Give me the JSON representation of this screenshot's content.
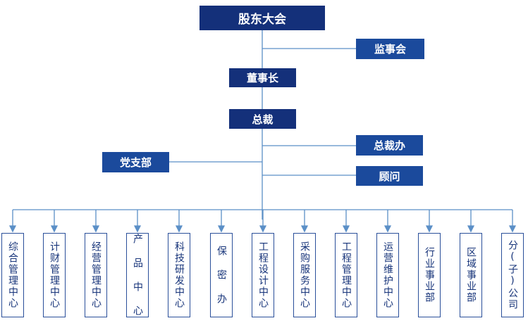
{
  "top": {
    "shareholders": "股东大会",
    "supervisors": "监事会",
    "board_chair": "董事长",
    "president": "总裁",
    "president_office": "总裁办",
    "advisor": "顾问",
    "party_branch": "党支部"
  },
  "departments": [
    "综合管理中心",
    "计财管理中心",
    "经营管理中心",
    "产 品 中 心",
    "科技研发中心",
    "保 密 办",
    "工程设计中心",
    "采购服务中心",
    "工程管理中心",
    "运营维护中心",
    "行业事业部",
    "区域事业部",
    "分(子)公司"
  ],
  "colors": {
    "box": "#14307a",
    "box_light": "#1b4a9c",
    "line": "#5b8fc7",
    "border": "#2a4f9a"
  }
}
